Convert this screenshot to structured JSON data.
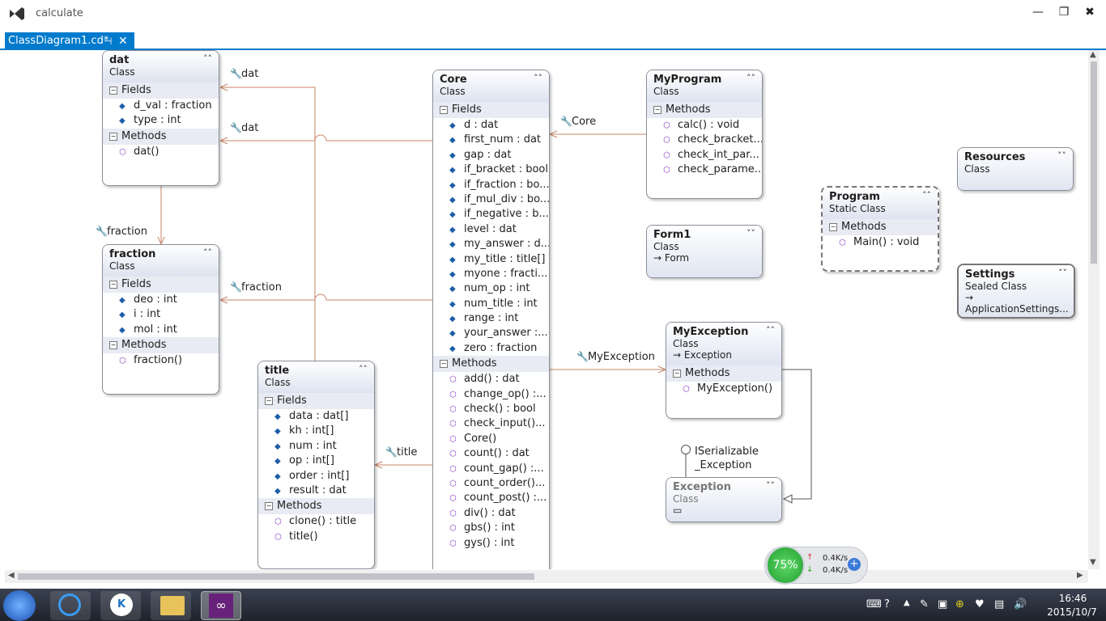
{
  "window": {
    "title": "calculate",
    "minimize": "—",
    "restore": "❐",
    "close": "✖"
  },
  "tab": {
    "label": "ClassDiagram1.cd*",
    "pin": "⊣",
    "close": "✕"
  },
  "associations": {
    "dat1": "dat",
    "dat2": "dat",
    "fraction_top": "fraction",
    "fraction": "fraction",
    "title": "title",
    "core": "Core",
    "myexception": "MyException"
  },
  "lollipop": {
    "line1": "ISerializable",
    "line2": "_Exception"
  },
  "classes": {
    "dat": {
      "name": "dat",
      "kind": "Class",
      "fields_label": "Fields",
      "methods_label": "Methods",
      "fields": [
        "d_val : fraction",
        "type : int"
      ],
      "methods": [
        "dat()"
      ]
    },
    "fraction": {
      "name": "fraction",
      "kind": "Class",
      "fields_label": "Fields",
      "methods_label": "Methods",
      "fields": [
        "deo : int",
        "i : int",
        "mol : int"
      ],
      "methods": [
        "fraction()"
      ]
    },
    "title": {
      "name": "title",
      "kind": "Class",
      "fields_label": "Fields",
      "methods_label": "Methods",
      "fields": [
        "data : dat[]",
        "kh : int[]",
        "num : int",
        "op : int[]",
        "order : int[]",
        "result : dat"
      ],
      "methods": [
        "clone() : title",
        "title()"
      ]
    },
    "core": {
      "name": "Core",
      "kind": "Class",
      "fields_label": "Fields",
      "methods_label": "Methods",
      "fields": [
        "d : dat",
        "first_num : dat",
        "gap : dat",
        "if_bracket : bool",
        "if_fraction : bo...",
        "if_mul_div : bo...",
        "if_negative : b...",
        "level : dat",
        "my_answer : d...",
        "my_title : title[]",
        "myone : fracti...",
        "num_op : int",
        "num_title : int",
        "range : int",
        "your_answer :...",
        "zero : fraction"
      ],
      "methods": [
        "add() : dat",
        "change_op() :...",
        "check() : bool",
        "check_input()...",
        "Core()",
        "count() : dat",
        "count_gap() :...",
        "count_order()...",
        "count_post() :...",
        "div() : dat",
        "gbs() : int",
        "gys() : int"
      ]
    },
    "myprogram": {
      "name": "MyProgram",
      "kind": "Class",
      "methods_label": "Methods",
      "methods": [
        "calc() : void",
        "check_bracket...",
        "check_int_par...",
        "check_parame..."
      ]
    },
    "form1": {
      "name": "Form1",
      "kind": "Class",
      "base": "Form"
    },
    "resources": {
      "name": "Resources",
      "kind": "Class"
    },
    "program": {
      "name": "Program",
      "kind": "Static Class",
      "methods_label": "Methods",
      "methods": [
        "Main() : void"
      ]
    },
    "settings": {
      "name": "Settings",
      "kind": "Sealed Class",
      "base": "ApplicationSettings..."
    },
    "myexception": {
      "name": "MyException",
      "kind": "Class",
      "base": "Exception",
      "methods_label": "Methods",
      "methods": [
        "MyException()"
      ]
    },
    "exception": {
      "name": "Exception",
      "kind": "Class"
    }
  },
  "network": {
    "percent": "75%",
    "up": "0.4K/s",
    "down": "0.4K/s"
  },
  "clock": {
    "time": "16:46",
    "date": "2015/10/7"
  },
  "colors": {
    "accent": "#007acc",
    "connector": "#c8856a"
  }
}
